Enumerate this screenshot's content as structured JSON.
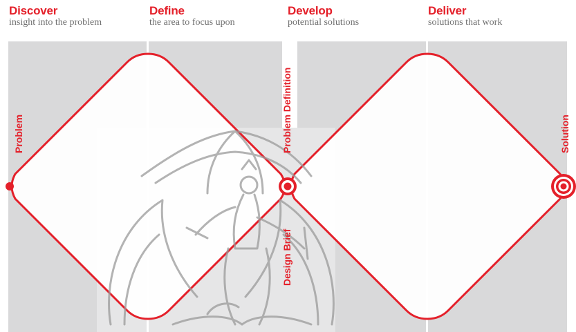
{
  "phases": [
    {
      "title": "Discover",
      "subtitle": "insight into the problem"
    },
    {
      "title": "Define",
      "subtitle": "the area to focus upon"
    },
    {
      "title": "Develop",
      "subtitle": "potential solutions"
    },
    {
      "title": "Deliver",
      "subtitle": "solutions that work"
    }
  ],
  "labels": {
    "problem": "Problem",
    "problem_definition": "Problem Definition",
    "design_brief": "Design Brief",
    "solution": "Solution"
  },
  "colors": {
    "accent_red": "#e4202a",
    "panel_gray": "#d9d9da",
    "watermark_gray": "#9a9a9a"
  },
  "watermark": {
    "icon": "temple-goddess-emblem"
  }
}
